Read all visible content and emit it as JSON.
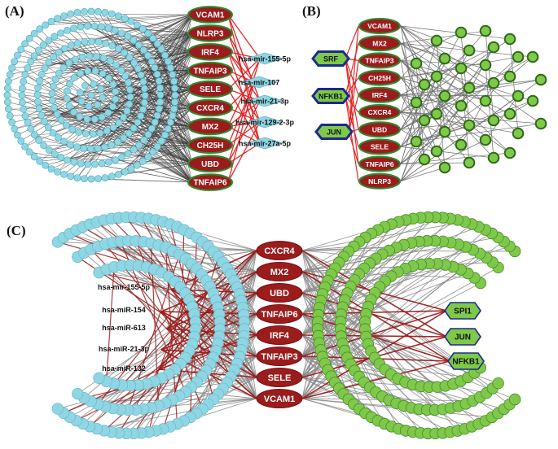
{
  "panels": {
    "A": {
      "label": "(A)",
      "genes": [
        "VCAM1",
        "NLRP3",
        "IRF4",
        "TNFAIP3",
        "SELE",
        "CXCR4",
        "MX2",
        "CH25H",
        "UBD",
        "TNFAIP6"
      ],
      "mirnas": [
        "hsa-mir-155-5p",
        "hsa-mir-107",
        "hsa-mir-21-3p",
        "hsa-mir-129-2-3p",
        "hsa-mir-27a-5p"
      ]
    },
    "B": {
      "label": "(B)",
      "tfs": [
        "SRF",
        "NFKB1",
        "JUN"
      ],
      "genes": [
        "VCAM1",
        "MX2",
        "TNFAIP3",
        "CH25H",
        "IRF4",
        "CXCR4",
        "UBD",
        "SELE",
        "TNFAIP6",
        "NLRP3"
      ]
    },
    "C": {
      "label": "(C)",
      "genes": [
        "CXCR4",
        "MX2",
        "UBD",
        "TNFAIP6",
        "IRF4",
        "TNFAIP3",
        "SELE",
        "VCAM1"
      ],
      "mirnas": [
        "hsa-mir-155-5p",
        "hsa-miR-154",
        "hsa-miR-613",
        "hsa-miR-21-3p",
        "hsa-miR-132"
      ],
      "tfs": [
        "SPI1",
        "JUN",
        "NFKB1"
      ]
    }
  },
  "colors": {
    "gene_fill": "#9b1c1c",
    "gene_stroke": "#2e8b2e",
    "mirna_fill": "#8fd6e4",
    "target_fill": "#7ec84a",
    "target_stroke": "#2f6b16",
    "tf_stroke": "#1c2a8c",
    "red_edge": "#e02020",
    "dark_red_edge": "#9b1c1c",
    "gray_edge": "#6e6e6e"
  }
}
